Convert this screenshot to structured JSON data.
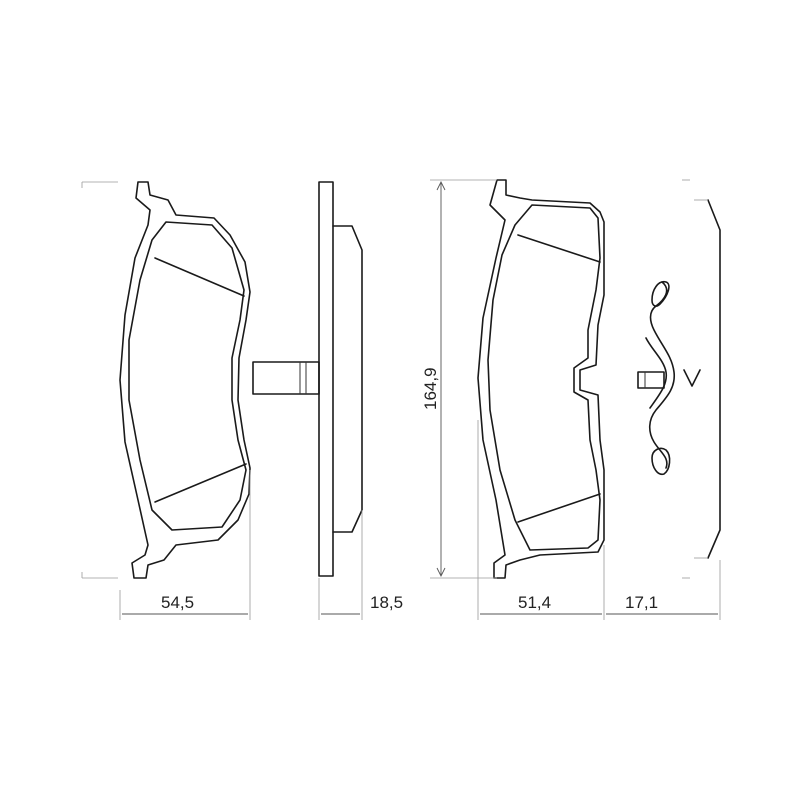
{
  "dimensions": {
    "pad_width_left": "54,5",
    "pad_thickness_left": "18,5",
    "pad_height": "164,9",
    "pad_width_right": "51,4",
    "pad_thickness_right": "17,1"
  },
  "colors": {
    "line": "#1a1a1a",
    "dimension_line": "#555555",
    "extension_line": "#9a9a9a",
    "background": "#ffffff"
  }
}
